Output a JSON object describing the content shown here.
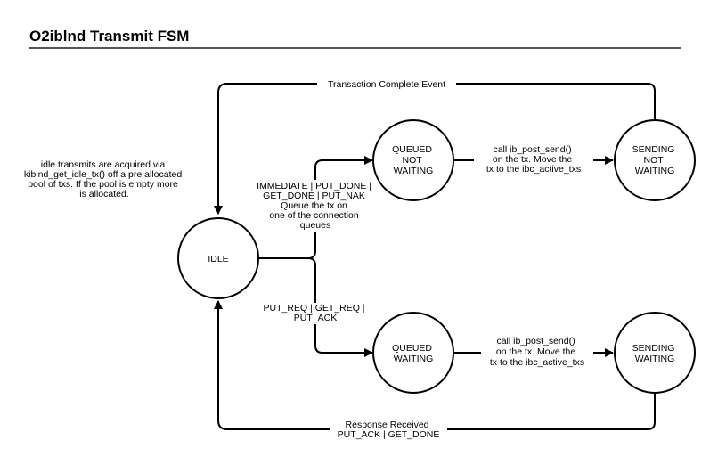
{
  "title": "O2iblnd Transmit FSM",
  "states": {
    "idle": [
      "IDLE"
    ],
    "queued_not_waiting": [
      "QUEUED",
      "NOT",
      "WAITING"
    ],
    "sending_not_waiting": [
      "SENDING",
      "NOT",
      "WAITING"
    ],
    "queued_waiting": [
      "QUEUED",
      "WAITING"
    ],
    "sending_waiting": [
      "SENDING",
      "WAITING"
    ]
  },
  "note": [
    "idle transmits are acquired via",
    "kiblnd_get_idle_tx() off a pre allocated",
    "pool of txs. If the pool is empty more",
    "is allocated."
  ],
  "edges": {
    "transaction_complete": [
      "Transaction Complete Event"
    ],
    "to_queued_not_waiting": [
      "IMMEDIATE | PUT_DONE |",
      "GET_DONE | PUT_NAK",
      "Queue the tx on",
      "one of the connection",
      "queues"
    ],
    "post_send_not_waiting": [
      "call ib_post_send()",
      "on the tx. Move the",
      "tx to the ibc_active_txs"
    ],
    "to_queued_waiting": [
      "PUT_REQ | GET_REQ |",
      "PUT_ACK"
    ],
    "post_send_waiting": [
      "call ib_post_send()",
      "on the tx. Move the",
      "tx to the ibc_active_txs"
    ],
    "response_received": [
      "Response Received",
      "PUT_ACK | GET_DONE"
    ]
  }
}
